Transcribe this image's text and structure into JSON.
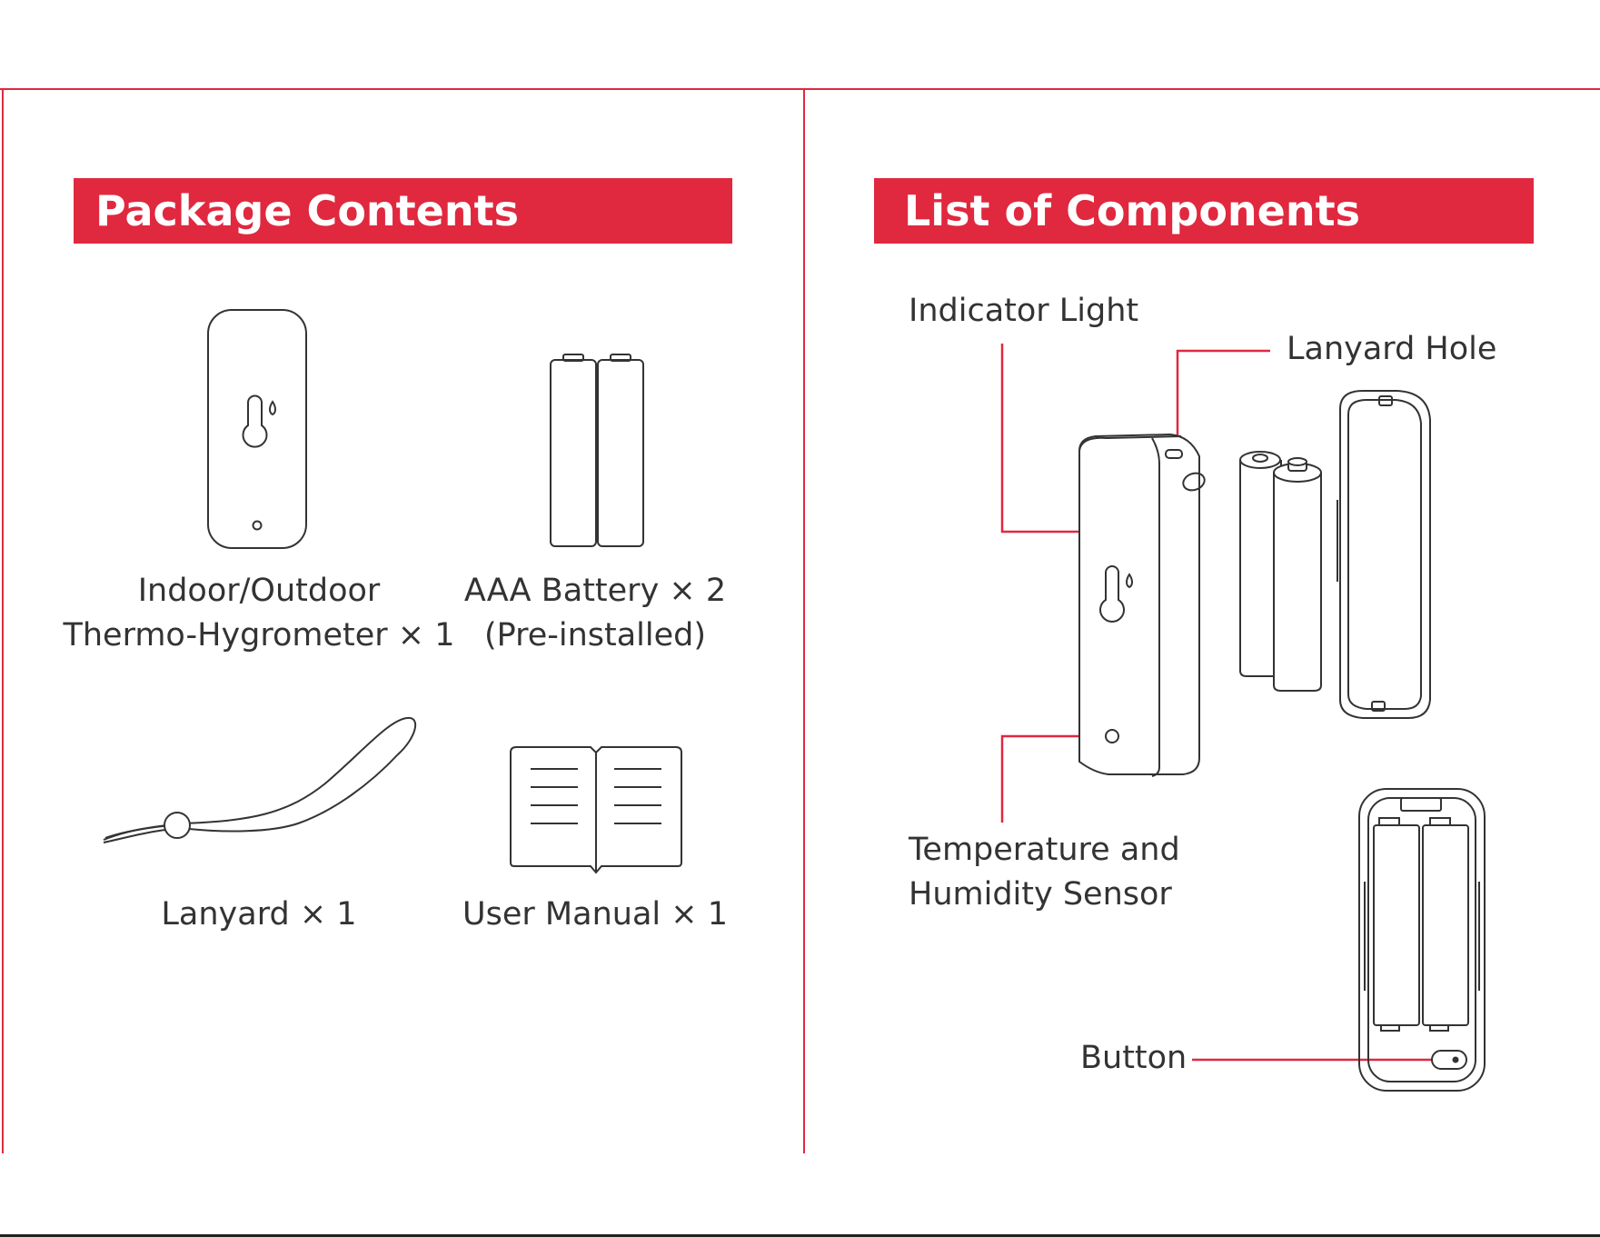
{
  "colors": {
    "accent": "#e0283f",
    "ink": "#333333",
    "background": "#ffffff"
  },
  "package_contents": {
    "title": "Package Contents",
    "items": [
      {
        "name_line1": "Indoor/Outdoor",
        "name_line2": "Thermo-Hygrometer × 1",
        "icon": "thermo-hygrometer-icon"
      },
      {
        "name_line1": "AAA Battery × 2",
        "name_line2": "(Pre-installed)",
        "icon": "battery-icon"
      },
      {
        "name_line1": "Lanyard × 1",
        "icon": "lanyard-icon"
      },
      {
        "name_line1": "User Manual × 1",
        "icon": "manual-book-icon"
      }
    ]
  },
  "components": {
    "title": "List of Components",
    "labels": {
      "indicator_light": "Indicator Light",
      "lanyard_hole": "Lanyard Hole",
      "sensor_line1": "Temperature and",
      "sensor_line2": "Humidity Sensor",
      "button": "Button"
    }
  }
}
